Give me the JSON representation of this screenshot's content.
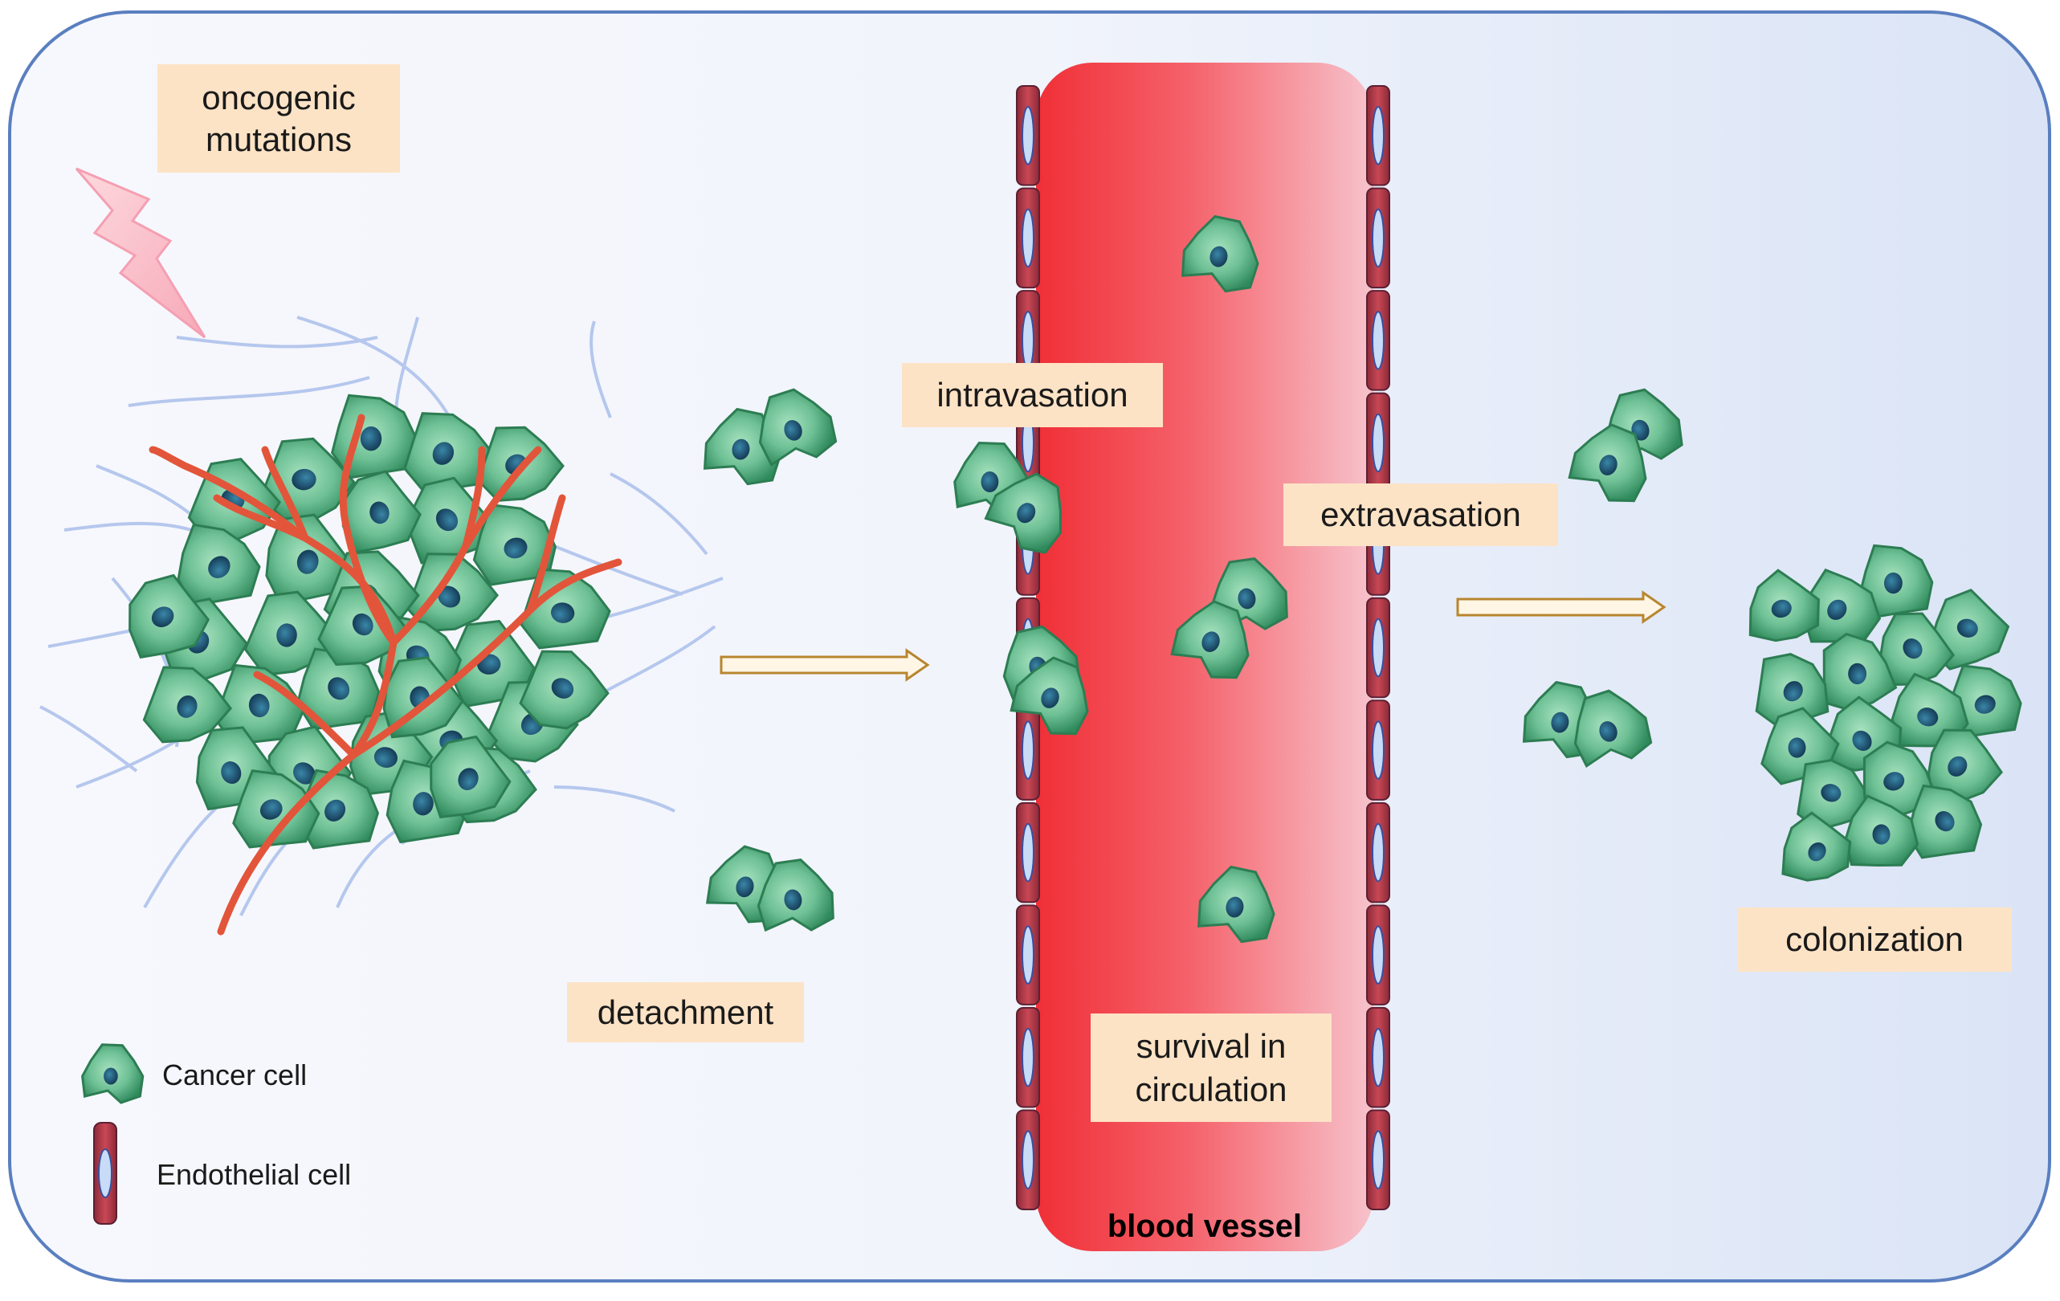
{
  "labels": {
    "oncogenic": "oncogenic\nmutations",
    "intravasation": "intravasation",
    "extravasation": "extravasation",
    "detachment": "detachment",
    "survival": "survival in\ncirculation",
    "colonization": "colonization",
    "blood_vessel": "blood vessel"
  },
  "legend": {
    "cancer_cell": "Cancer cell",
    "endothelial_cell": "Endothelial cell"
  },
  "colors": {
    "background_left": "#f4f6fd",
    "background_right": "#dde6f7",
    "border": "#5a7fc0",
    "label_fill": "#fde3c6",
    "cell_green": "#3e9a6c",
    "cell_green_light": "#7fd0a3",
    "nucleus": "#1f5a76",
    "tumor_vessel": "#e2553a",
    "fiber": "#b8c9ee",
    "blood_dark": "#f0323a",
    "blood_light": "#f7c7cf",
    "endothelial_red": "#b83a46",
    "endothelial_blue": "#3a4fa0",
    "arrow_fill": "#fff6e6",
    "arrow_stroke": "#b8862e",
    "bolt_fill": "#fbc6cf",
    "bolt_stroke": "#f4a0b0"
  }
}
